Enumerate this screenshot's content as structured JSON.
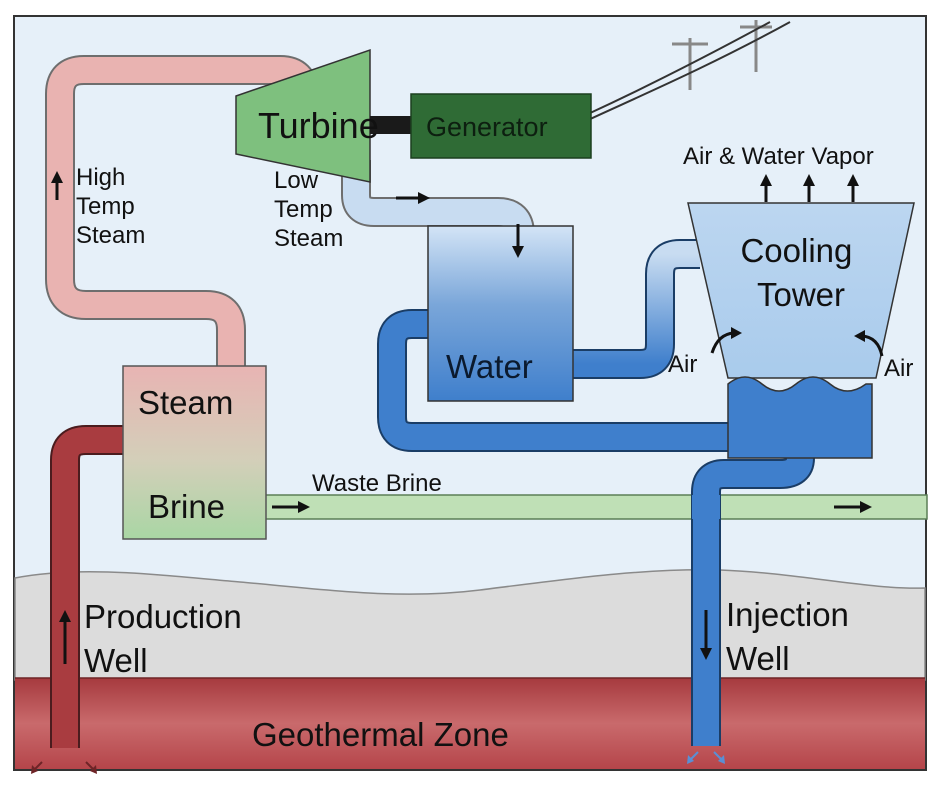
{
  "labels": {
    "turbine": "Turbine",
    "generator": "Generator",
    "air_water_vapor": "Air & Water Vapor",
    "high_temp_steam": [
      "High",
      "Temp",
      "Steam"
    ],
    "low_temp_steam": [
      "Low",
      "Temp",
      "Steam"
    ],
    "cooling_tower": [
      "Cooling",
      "Tower"
    ],
    "water": "Water",
    "air_left": "Air",
    "air_right": "Air",
    "steam": "Steam",
    "brine": "Brine",
    "waste_brine": "Waste Brine",
    "production_well": [
      "Production",
      "Well"
    ],
    "injection_well": [
      "Injection",
      "Well"
    ],
    "geothermal_zone": "Geothermal Zone"
  },
  "colors": {
    "sky": "#e6f0f9",
    "ground": "#dcdcdc",
    "geothermal_zone": "#b5454a",
    "hot_pipe": "#a93c40",
    "high_temp_steam_pipe": "#e9b3b1",
    "turbine": "#7ec07e",
    "generator": "#2f6b35",
    "waste_brine_pipe": "#bfe0b6",
    "cooling_water": "#3f7fcc",
    "light_blue": "#c5dcf2"
  }
}
